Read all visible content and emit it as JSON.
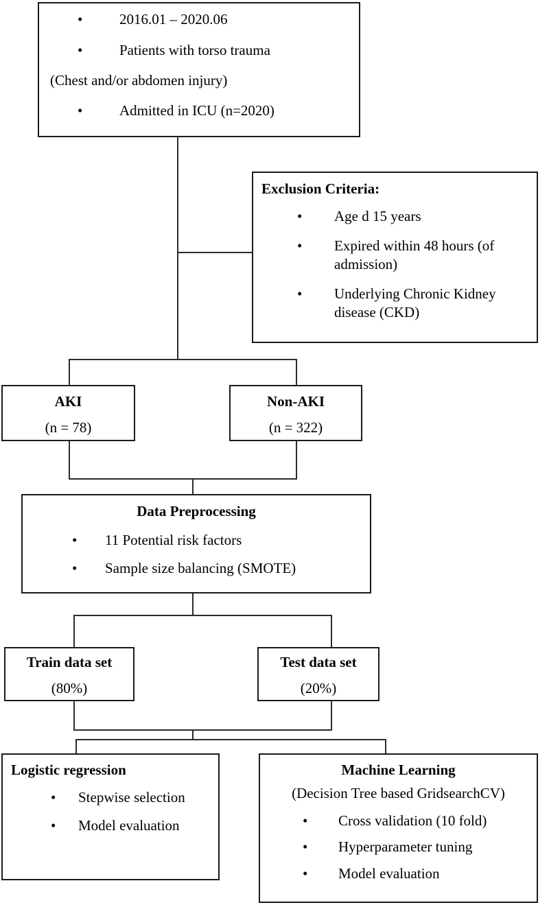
{
  "figure": {
    "type": "flowchart",
    "domain": "clinical study design diagram",
    "nodes": {
      "cohort": {
        "bullets": [
          "2016.01 – 2020.06",
          "Patients with torso trauma"
        ],
        "subline": "(Chest and/or abdomen injury)",
        "bullets_after": [
          "Admitted in ICU (n=2020)"
        ]
      },
      "exclusion": {
        "title": "Exclusion Criteria:",
        "bullets": [
          "Age d 15 years",
          "Expired within 48 hours (of admission)",
          "Underlying Chronic Kidney disease (CKD)"
        ]
      },
      "aki": {
        "title": "AKI",
        "count": "(n = 78)"
      },
      "non_aki": {
        "title": "Non-AKI",
        "count": "(n = 322)"
      },
      "preprocess": {
        "title": "Data Preprocessing",
        "bullets": [
          "11 Potential risk factors",
          "Sample size balancing (SMOTE)"
        ]
      },
      "train": {
        "title": "Train data set",
        "percent": "(80%)"
      },
      "test": {
        "title": "Test data set",
        "percent": "(20%)"
      },
      "logistic": {
        "title": "Logistic regression",
        "bullets": [
          "Stepwise selection",
          "Model evaluation"
        ]
      },
      "machine_learning": {
        "title": "Machine Learning",
        "subtitle": "(Decision Tree based GridsearchCV)",
        "bullets": [
          "Cross validation (10 fold)",
          "Hyperparameter tuning",
          "Model evaluation"
        ]
      }
    },
    "bullet_glyph": "•",
    "colors": {
      "border": "#1a1a1a",
      "connector": "#2b2b2b",
      "background": "#ffffff",
      "text": "#000000"
    }
  }
}
